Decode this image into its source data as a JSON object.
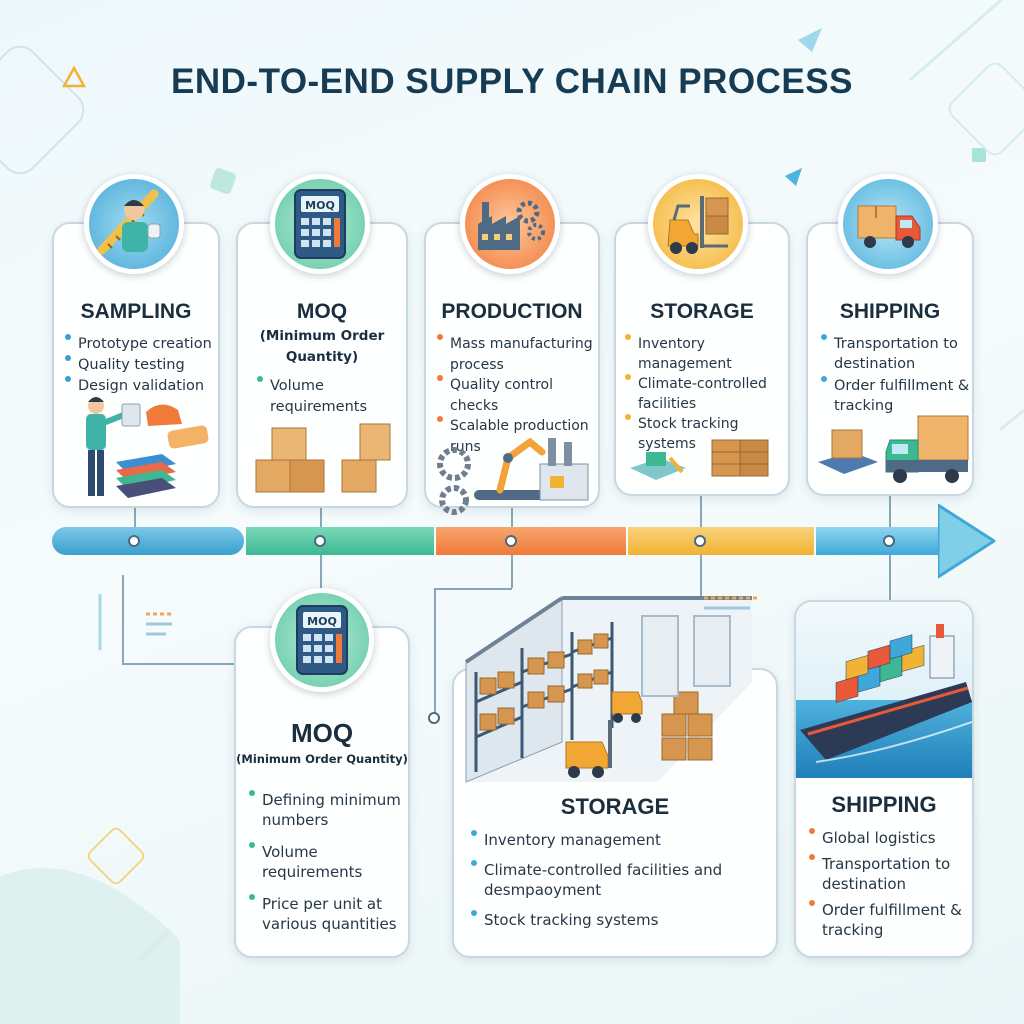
{
  "title": "END-TO-END SUPPLY CHAIN PROCESS",
  "colors": {
    "sampling": "#3a9fcf",
    "moq": "#3db893",
    "production": "#f07a3a",
    "storage": "#f2b233",
    "shipping": "#3fa8d8"
  },
  "top_stages": [
    {
      "title": "SAMPLING",
      "icon": "engineer-ruler-icon",
      "bullets": [
        "Prototype creation",
        "Quality testing",
        "Design validation"
      ]
    },
    {
      "title": "MOQ",
      "subtitle": "(Minimum Order Quantity)",
      "icon": "calculator-icon",
      "icon_text": "MOQ",
      "bullets": [
        "Volume requirements"
      ]
    },
    {
      "title": "PRODUCTION",
      "icon": "factory-gears-icon",
      "bullets": [
        "Mass manufacturing process",
        "Quality control checks",
        "Scalable production runs"
      ]
    },
    {
      "title": "STORAGE",
      "icon": "forklift-icon",
      "bullets": [
        "Inventory management",
        "Climate-controlled facilities",
        "Stock tracking systems"
      ]
    },
    {
      "title": "SHIPPING",
      "icon": "delivery-truck-icon",
      "bullets": [
        "Transportation to destination",
        "Order fulfillment & tracking"
      ]
    }
  ],
  "bottom_stages": [
    {
      "title": "MOQ",
      "subtitle": "(Minimum Order Quantity)",
      "icon": "calculator-icon",
      "icon_text": "MOQ",
      "bullets": [
        "Defining minimum numbers",
        "Volume requirements",
        "Price per unit at various quantities"
      ]
    },
    {
      "title": "STORAGE",
      "icon": "warehouse-icon",
      "bullets": [
        "Inventory management",
        "Climate-controlled facilities and desmpaoyment",
        "Stock tracking systems"
      ]
    },
    {
      "title": "SHIPPING",
      "icon": "cargo-ship-icon",
      "bullets": [
        "Global logistics",
        "Transportation to destination",
        "Order fulfillment & tracking"
      ]
    }
  ]
}
